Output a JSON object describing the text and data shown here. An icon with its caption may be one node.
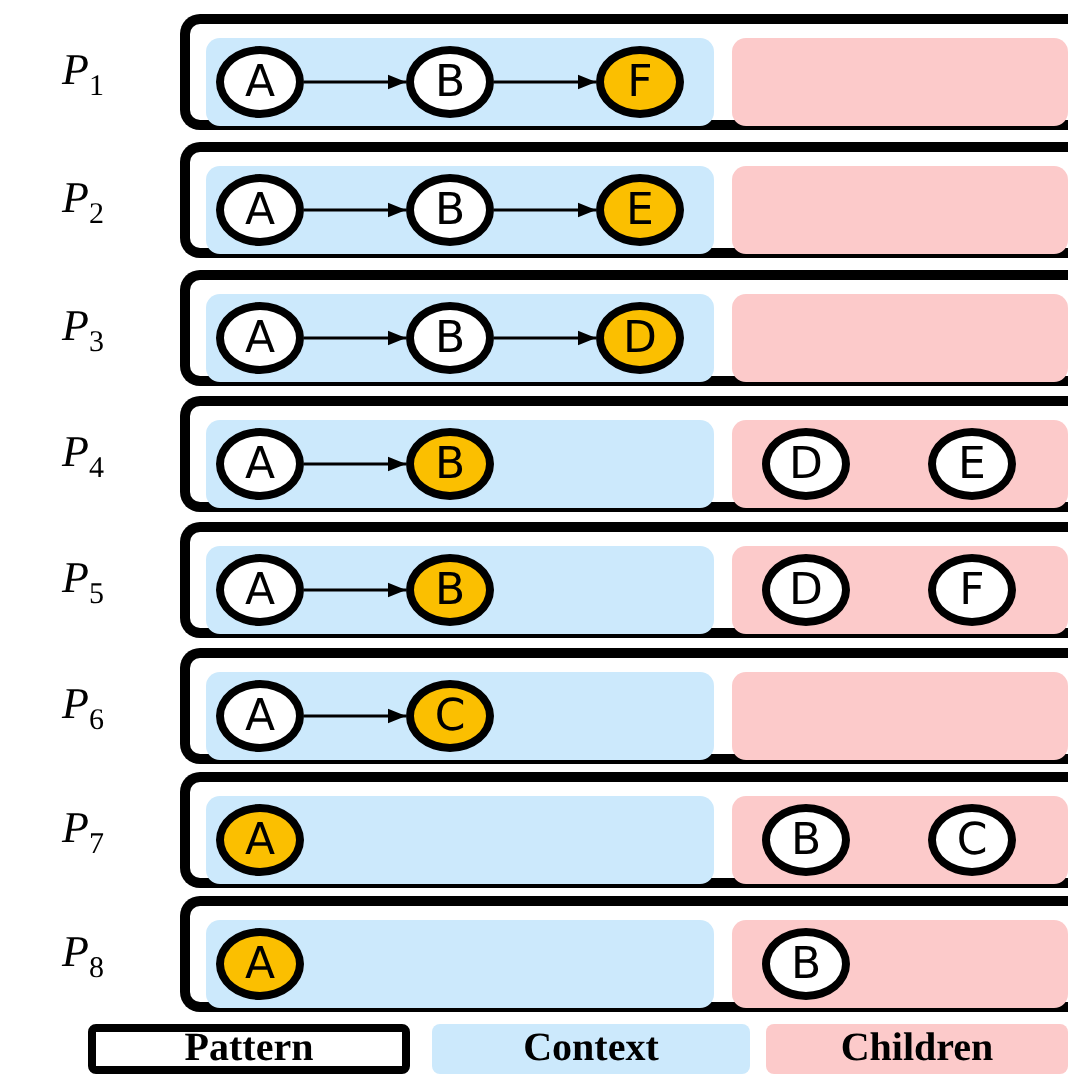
{
  "diagram": {
    "nodes": [
      {
        "text": [],
        "shape": "box",
        "beside": [
          "*P*$_{1}$"
        ]
      },
      {
        "text": [],
        "shape": "box",
        "in": 0
      },
      {
        "text": [
          "A"
        ],
        "in": 1
      },
      {
        "text": [
          "B"
        ],
        "in": 1
      },
      {
        "text": [
          "F"
        ],
        "in": 1
      },
      {
        "text": [],
        "shape": "box",
        "in": 0
      },
      {
        "text": [],
        "shape": "box",
        "beside": [
          "*P*$_{2}$"
        ]
      },
      {
        "text": [],
        "shape": "box",
        "in": 6
      },
      {
        "text": [
          "A"
        ],
        "in": 7
      },
      {
        "text": [
          "B"
        ],
        "in": 7
      },
      {
        "text": [
          "E"
        ],
        "in": 7
      },
      {
        "text": [],
        "shape": "box",
        "in": 6
      },
      {
        "text": [],
        "shape": "box",
        "beside": [
          "*P*$_{3}$"
        ]
      },
      {
        "text": [],
        "shape": "box",
        "in": 12
      },
      {
        "text": [
          "A"
        ],
        "in": 13
      },
      {
        "text": [
          "B"
        ],
        "in": 13
      },
      {
        "text": [
          "D"
        ],
        "in": 13
      },
      {
        "text": [],
        "shape": "box",
        "in": 12
      },
      {
        "text": [],
        "shape": "box",
        "beside": [
          "*P*$_{4}$"
        ]
      },
      {
        "text": [],
        "shape": "box",
        "in": 18
      },
      {
        "text": [
          "A"
        ],
        "in": 19
      },
      {
        "text": [
          "B"
        ],
        "in": 19
      },
      {
        "text": [],
        "shape": "box",
        "in": 18
      },
      {
        "text": [
          "D"
        ],
        "in": 22
      },
      {
        "text": [
          "E"
        ],
        "in": 22
      },
      {
        "text": [],
        "shape": "box",
        "beside": [
          "*P*$_{5}$"
        ]
      },
      {
        "text": [],
        "shape": "box",
        "in": 25
      },
      {
        "text": [
          "A"
        ],
        "in": 26
      },
      {
        "text": [
          "B"
        ],
        "in": 26
      },
      {
        "text": [],
        "shape": "box",
        "in": 25
      },
      {
        "text": [
          "D"
        ],
        "in": 29
      },
      {
        "text": [
          "F"
        ],
        "in": 29
      },
      {
        "text": [],
        "shape": "box",
        "beside": [
          "*P*$_{6}$"
        ]
      },
      {
        "text": [],
        "shape": "box",
        "in": 32
      },
      {
        "text": [
          "A"
        ],
        "in": 33
      },
      {
        "text": [
          "C"
        ],
        "in": 33
      },
      {
        "text": [],
        "shape": "box",
        "in": 32
      },
      {
        "text": [],
        "shape": "box",
        "beside": [
          "*P*$_{7}$"
        ]
      },
      {
        "text": [],
        "shape": "box",
        "in": 37
      },
      {
        "text": [
          "A"
        ],
        "in": 38
      },
      {
        "text": [],
        "shape": "box",
        "in": 37
      },
      {
        "text": [
          "B"
        ],
        "in": 40
      },
      {
        "text": [
          "C"
        ],
        "in": 40
      },
      {
        "text": [],
        "shape": "box",
        "beside": [
          "*P*$_{8}$"
        ]
      },
      {
        "text": [],
        "shape": "box",
        "in": 43
      },
      {
        "text": [
          "A"
        ],
        "in": 44
      },
      {
        "text": [],
        "shape": "box",
        "in": 43
      },
      {
        "text": [
          "B"
        ],
        "in": 46
      }
    ],
    "edges": [
      {
        "from": 2,
        "to": 3,
        "arrow": "to"
      },
      {
        "from": 3,
        "to": 4,
        "arrow": "to"
      },
      {
        "from": 8,
        "to": 9,
        "arrow": "to"
      },
      {
        "from": 9,
        "to": 10,
        "arrow": "to"
      },
      {
        "from": 14,
        "to": 15,
        "arrow": "to"
      },
      {
        "from": 15,
        "to": 16,
        "arrow": "to"
      },
      {
        "from": 20,
        "to": 21,
        "arrow": "to"
      },
      {
        "from": 27,
        "to": 28,
        "arrow": "to"
      },
      {
        "from": 34,
        "to": 35,
        "arrow": "to"
      }
    ],
    "legend": [
      {
        "text": "Pattern"
      },
      {
        "text": "Context",
        "color": "#cce9fc"
      },
      {
        "text": "Children",
        "color": "#fccaca"
      }
    ]
  }
}
